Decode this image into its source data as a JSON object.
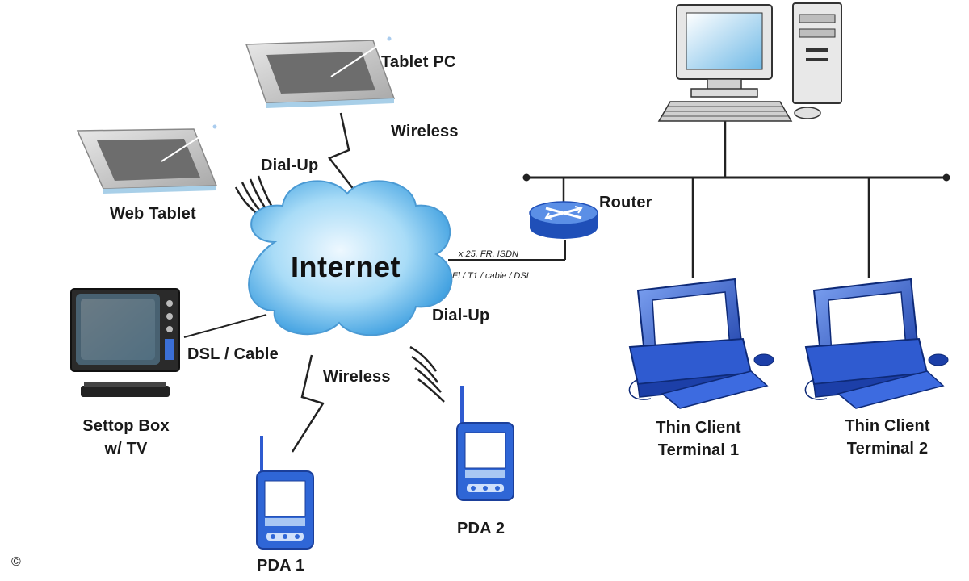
{
  "labels": {
    "tablet_pc": "Tablet PC",
    "wireless_top": "Wireless",
    "dialup_top": "Dial-Up",
    "web_tablet": "Web Tablet",
    "internet": "Internet",
    "router": "Router",
    "conn_line1": "x.25, FR, ISDN",
    "conn_line2": "El / T1 / cable / DSL",
    "dialup_bottom": "Dial-Up",
    "dsl_cable": "DSL / Cable",
    "wireless_bottom": "Wireless",
    "settop_line1": "Settop Box",
    "settop_line2": "w/ TV",
    "pda1": "PDA 1",
    "pda2": "PDA 2",
    "thin1_line1": "Thin Client",
    "thin1_line2": "Terminal 1",
    "thin2_line1": "Thin Client",
    "thin2_line2": "Terminal 2",
    "copyright": "©"
  },
  "colors": {
    "cloud_light": "#d8eefb",
    "cloud_mid": "#7cc3ee",
    "terminal_blue": "#2f5bd0",
    "tablet_frame": "#c9c9c9",
    "line": "#222222"
  }
}
